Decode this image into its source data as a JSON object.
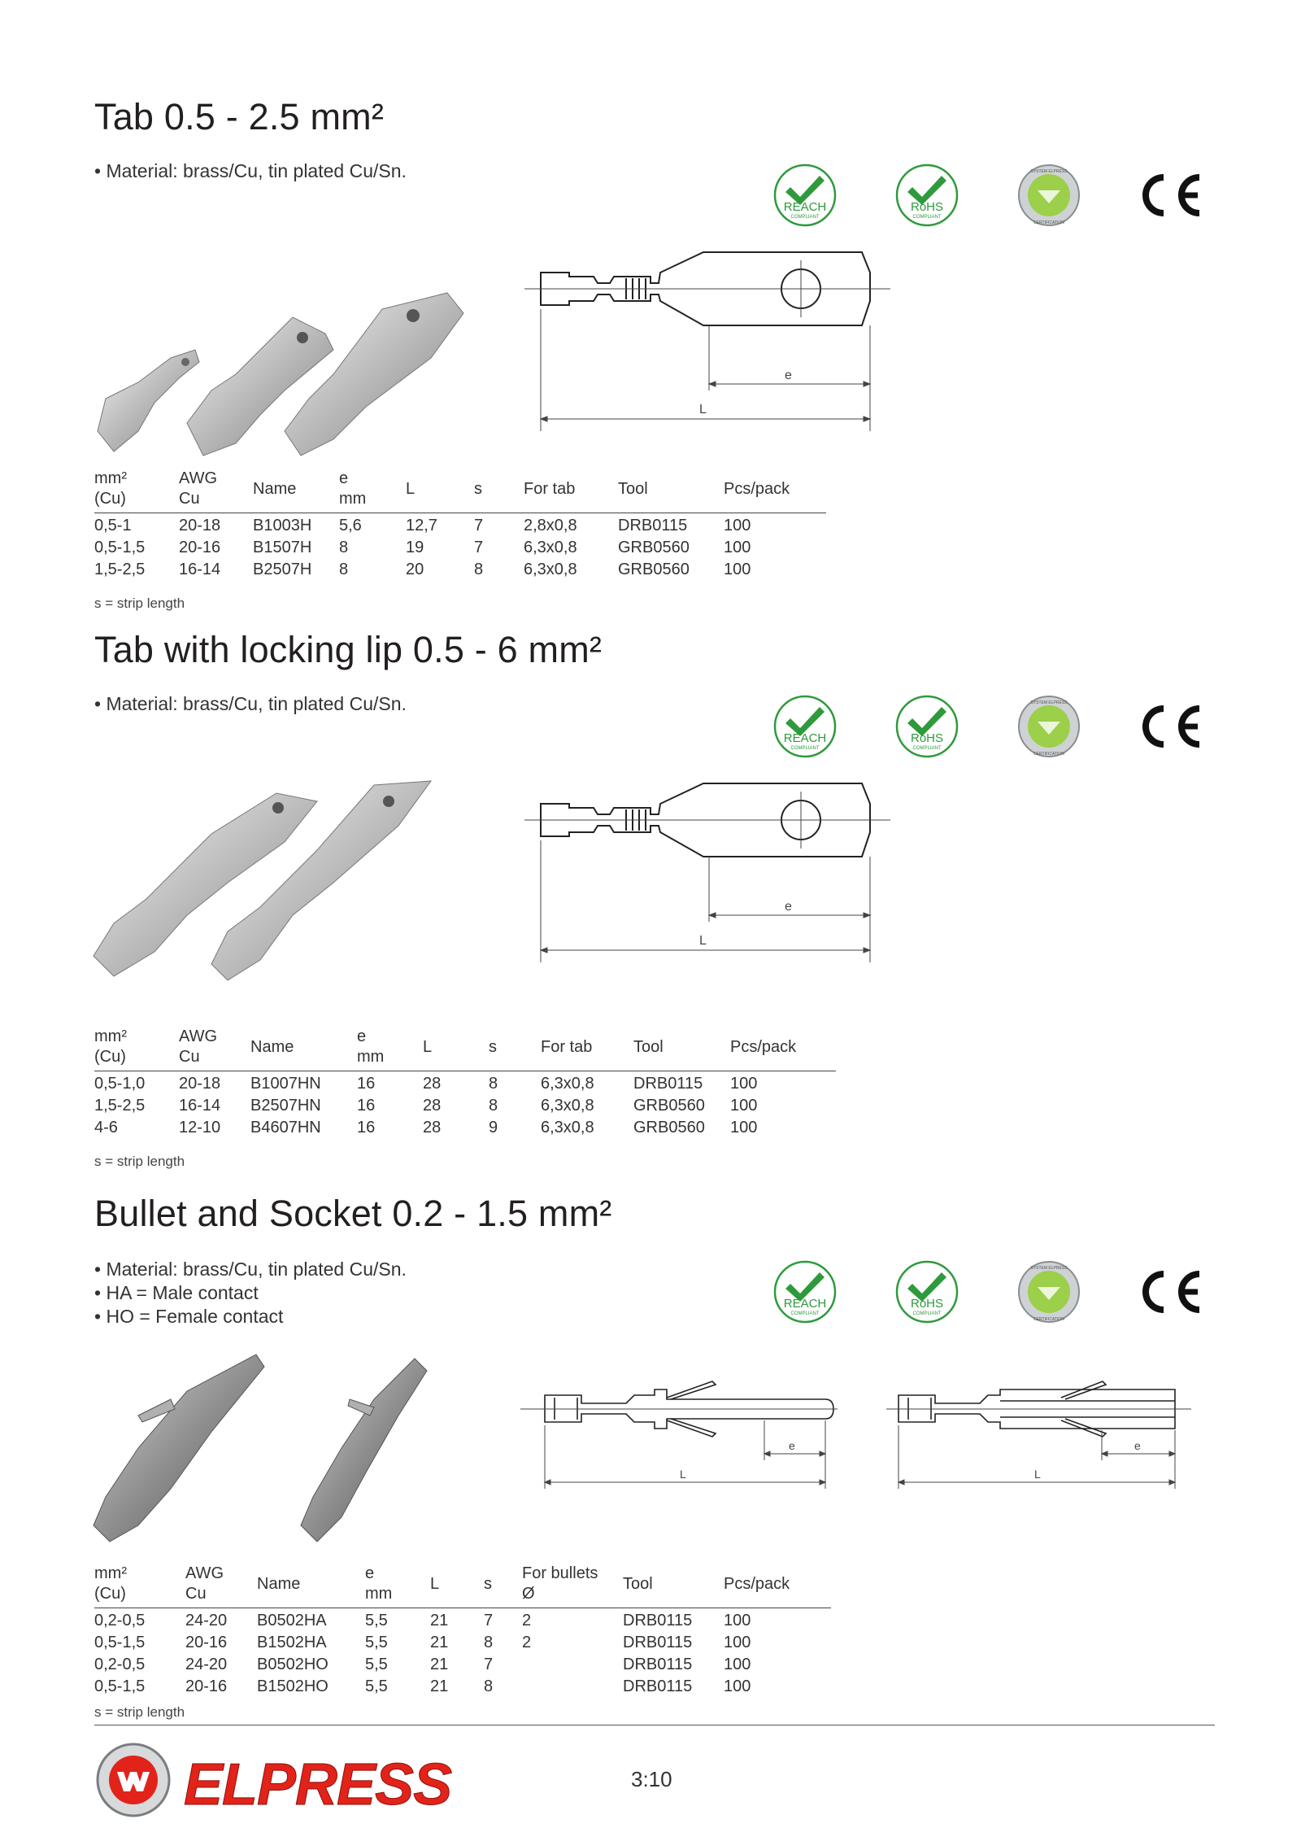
{
  "sections": [
    {
      "title": "Tab 0.5 - 2.5 mm²",
      "bullets": [
        "Material: brass/Cu, tin plated Cu/Sn."
      ],
      "table": {
        "headers": [
          [
            "mm²",
            "(Cu)"
          ],
          [
            "AWG",
            "Cu"
          ],
          [
            "Name"
          ],
          [
            "e",
            "mm"
          ],
          [
            "L"
          ],
          [
            "s"
          ],
          [
            "For tab"
          ],
          [
            "Tool"
          ],
          [
            "Pcs/pack"
          ]
        ],
        "rows": [
          [
            "0,5-1",
            "20-18",
            "B1003H",
            "5,6",
            "12,7",
            "7",
            "2,8x0,8",
            "DRB0115",
            "100"
          ],
          [
            "0,5-1,5",
            "20-16",
            "B1507H",
            "8",
            "19",
            "7",
            "6,3x0,8",
            "GRB0560",
            "100"
          ],
          [
            "1,5-2,5",
            "16-14",
            "B2507H",
            "8",
            "20",
            "8",
            "6,3x0,8",
            "GRB0560",
            "100"
          ]
        ]
      },
      "note": "s = strip length",
      "drawing_labels": {
        "e": "e",
        "L": "L"
      }
    },
    {
      "title": "Tab with locking lip 0.5 - 6 mm²",
      "bullets": [
        "Material: brass/Cu, tin plated Cu/Sn."
      ],
      "table": {
        "headers": [
          [
            "mm²",
            "(Cu)"
          ],
          [
            "AWG",
            "Cu"
          ],
          [
            "Name"
          ],
          [
            "e",
            "mm"
          ],
          [
            "L"
          ],
          [
            "s"
          ],
          [
            "For tab"
          ],
          [
            "Tool"
          ],
          [
            "Pcs/pack"
          ]
        ],
        "rows": [
          [
            "0,5-1,0",
            "20-18",
            "B1007HN",
            "16",
            "28",
            "8",
            "6,3x0,8",
            "DRB0115",
            "100"
          ],
          [
            "1,5-2,5",
            "16-14",
            "B2507HN",
            "16",
            "28",
            "8",
            "6,3x0,8",
            "GRB0560",
            "100"
          ],
          [
            "4-6",
            "12-10",
            "B4607HN",
            "16",
            "28",
            "9",
            "6,3x0,8",
            "GRB0560",
            "100"
          ]
        ]
      },
      "note": "s = strip length",
      "drawing_labels": {
        "e": "e",
        "L": "L"
      }
    },
    {
      "title": "Bullet and Socket 0.2 - 1.5 mm²",
      "bullets": [
        "Material: brass/Cu, tin plated Cu/Sn.",
        "HA = Male contact",
        "HO = Female contact"
      ],
      "table": {
        "headers": [
          [
            "mm²",
            "(Cu)"
          ],
          [
            "AWG",
            "Cu"
          ],
          [
            "Name"
          ],
          [
            "e",
            "mm"
          ],
          [
            "L"
          ],
          [
            "s"
          ],
          [
            "For bullets",
            "Ø"
          ],
          [
            "Tool"
          ],
          [
            "Pcs/pack"
          ]
        ],
        "rows": [
          [
            "0,2-0,5",
            "24-20",
            "B0502HA",
            "5,5",
            "21",
            "7",
            "2",
            "DRB0115",
            "100"
          ],
          [
            "0,5-1,5",
            "20-16",
            "B1502HA",
            "5,5",
            "21",
            "8",
            "2",
            "DRB0115",
            "100"
          ],
          [
            "0,2-0,5",
            "24-20",
            "B0502HO",
            "5,5",
            "21",
            "7",
            "",
            "DRB0115",
            "100"
          ],
          [
            "0,5-1,5",
            "20-16",
            "B1502HO",
            "5,5",
            "21",
            "8",
            "",
            "DRB0115",
            "100"
          ]
        ]
      },
      "note": "s = strip length",
      "drawing_labels": {
        "e": "e",
        "L": "L"
      }
    }
  ],
  "badges": {
    "reach": {
      "text": "REACH",
      "sub": "COMPLIANT",
      "color": "#2e9a3c"
    },
    "rohs": {
      "text": "RoHS",
      "sub": "COMPLIANT",
      "color": "#2e9a3c"
    },
    "elpress_cert": {
      "top": "SYSTEM ELPRESS",
      "bottom": "CERTIFICATION",
      "color": "#9ccf4a"
    },
    "ce": {
      "text": "CE"
    }
  },
  "footer": {
    "brand": "ELPRESS",
    "brand_color": "#e2231a",
    "page_number": "3:10"
  }
}
